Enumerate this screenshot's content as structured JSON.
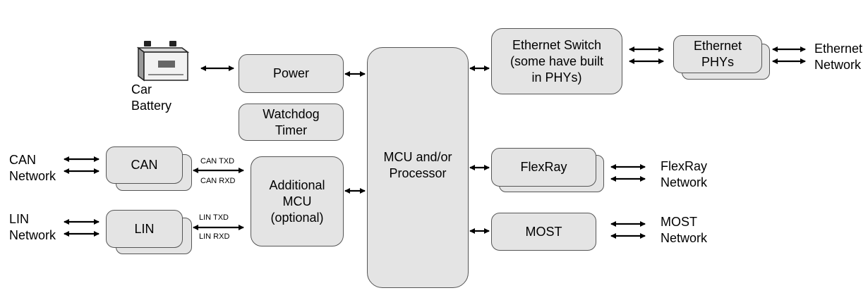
{
  "blocks": {
    "power": "Power",
    "watchdog": "Watchdog\nTimer",
    "can": "CAN",
    "lin": "LIN",
    "additional_mcu": "Additional\nMCU\n(optional)",
    "mcu": "MCU and/or\nProcessor",
    "ethernet_switch": "Ethernet Switch\n(some have built\nin PHYs)",
    "ethernet_phys": "Ethernet\nPHYs",
    "flexray": "FlexRay",
    "most": "MOST"
  },
  "labels": {
    "car_battery": "Car\nBattery",
    "can_network": "CAN\nNetwork",
    "lin_network": "LIN\nNetwork",
    "ethernet_network": "Ethernet\nNetwork",
    "flexray_network": "FlexRay\nNetwork",
    "most_network": "MOST\nNetwork",
    "can_txd": "CAN TXD",
    "can_rxd": "CAN RXD",
    "lin_txd": "LIN TXD",
    "lin_rxd": "LIN RXD"
  },
  "colors": {
    "block_fill": "#e4e4e4",
    "block_border": "#555555",
    "arrow": "#000000"
  },
  "icons": {
    "battery": "car-battery-icon"
  }
}
